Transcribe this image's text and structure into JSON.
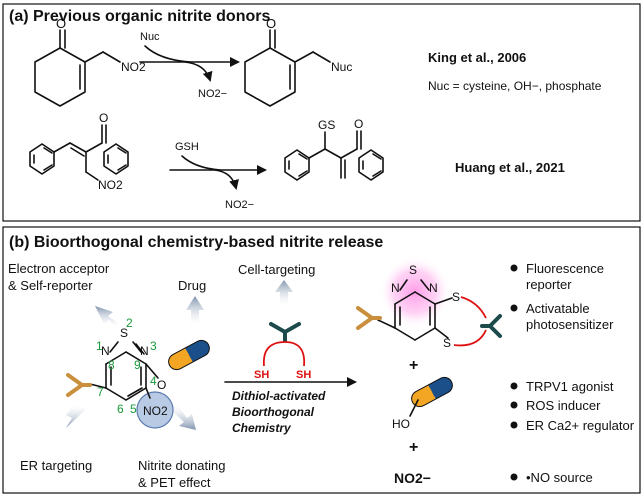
{
  "panel_a": {
    "title": "(a) Previous organic nitrite donors",
    "row1": {
      "reagent": "Nuc",
      "reactant_group": "NO2",
      "product_group": "Nuc",
      "byproduct": "NO2−",
      "reference": "King et al., 2006",
      "note": "Nuc = cysteine, OH−, phosphate"
    },
    "row2": {
      "reagent": "GSH",
      "reactant_group": "NO2",
      "product_group": "GS",
      "byproduct": "NO2−",
      "reference": "Huang et al., 2021"
    }
  },
  "panel_b": {
    "title": "(b) Bioorthogonal chemistry-based nitrite release",
    "labels": {
      "electron_acceptor_line1": "Electron acceptor",
      "electron_acceptor_line2": "& Self-reporter",
      "drug": "Drug",
      "cell_targeting": "Cell-targeting",
      "er_targeting": "ER targeting",
      "nitrite_line1": "Nitrite donating",
      "nitrite_line2": "& PET effect",
      "dithiol_line1": "Dithiol-activated",
      "dithiol_line2": "Bioorthogonal",
      "dithiol_line3": "Chemistry",
      "sh": "SH",
      "s": "S",
      "n": "N",
      "o": "O",
      "ho": "HO",
      "no2": "NO2",
      "nitrite": "NO2−",
      "plus": "+"
    },
    "atom_numbers": [
      "1",
      "2",
      "3",
      "4",
      "5",
      "6",
      "7",
      "8",
      "9"
    ],
    "outcomes": [
      "Fluorescence reporter",
      "Activatable photosensitizer",
      "TRPV1 agonist",
      "ROS inducer",
      "ER Ca2+ regulator",
      "•NO source"
    ]
  }
}
